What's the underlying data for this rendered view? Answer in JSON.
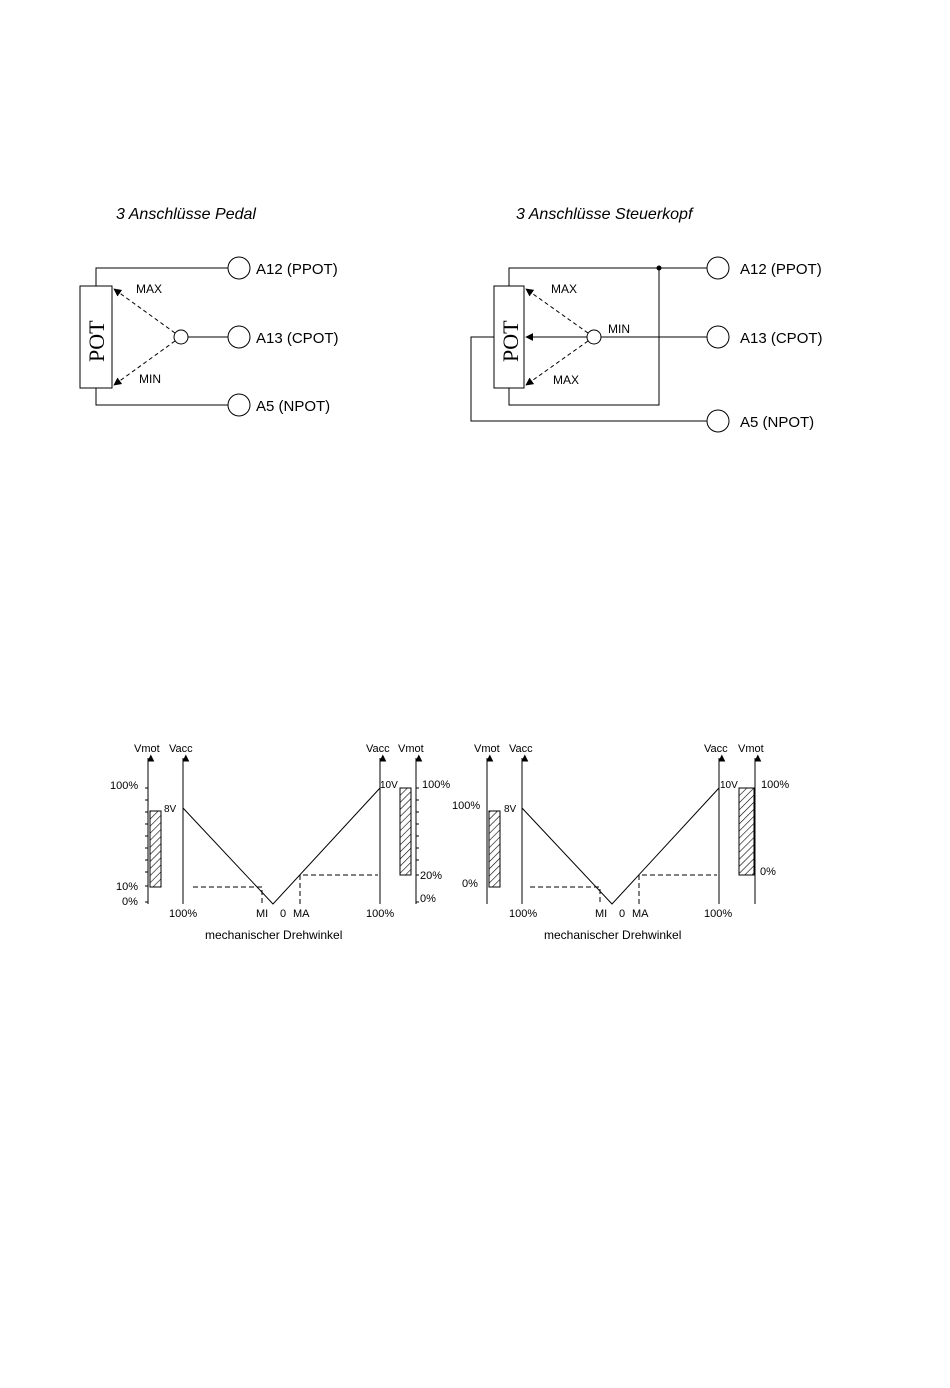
{
  "wiring": {
    "pedal": {
      "title": "3 Anschlüsse Pedal",
      "pot_label": "POT",
      "max_label": "MAX",
      "min_label": "MIN",
      "terminals": [
        "A12 (PPOT)",
        "A13 (CPOT)",
        "A5 (NPOT)"
      ]
    },
    "steuerkopf": {
      "title": "3 Anschlüsse Steuerkopf",
      "pot_label": "POT",
      "max_top_label": "MAX",
      "min_label": "MIN",
      "max_bottom_label": "MAX",
      "terminals": [
        "A12 (PPOT)",
        "A13 (CPOT)",
        "A5 (NPOT)"
      ]
    }
  },
  "characteristics": {
    "left": {
      "axis_titles": {
        "vmot_left": "Vmot",
        "vacc_left": "Vacc",
        "vacc_right": "Vacc",
        "vmot_right": "Vmot"
      },
      "left_ticks": [
        "100%",
        "10%",
        "0%"
      ],
      "right_ticks": [
        "100%",
        "20%",
        "0%"
      ],
      "voltage_left": "8V",
      "voltage_right": "10V",
      "x_ticks": [
        "100%",
        "MI",
        "0",
        "MA",
        "100%"
      ],
      "xlabel": "mechanischer Drehwinkel"
    },
    "right": {
      "axis_titles": {
        "vmot_left": "Vmot",
        "vacc_left": "Vacc",
        "vacc_right": "Vacc",
        "vmot_right": "Vmot"
      },
      "left_ticks": [
        "100%",
        "0%"
      ],
      "right_ticks": [
        "100%",
        "0%"
      ],
      "voltage_left": "8V",
      "voltage_right": "10V",
      "x_ticks": [
        "100%",
        "MI",
        "0",
        "MA",
        "100%"
      ],
      "xlabel": "mechanischer Drehwinkel"
    }
  }
}
